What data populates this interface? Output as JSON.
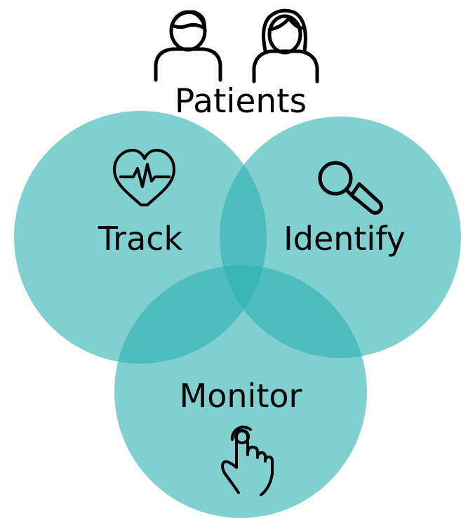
{
  "header": {
    "title": "Patients",
    "people_icons": [
      "person-icon",
      "woman-icon"
    ]
  },
  "circles": [
    {
      "id": "track",
      "label": "Track",
      "icon": "heart-pulse-icon"
    },
    {
      "id": "identify",
      "label": "Identify",
      "icon": "magnifying-glass-icon"
    },
    {
      "id": "monitor",
      "label": "Monitor",
      "icon": "pointing-hand-icon"
    }
  ],
  "colors": {
    "circle_fill": "#2bb0b0",
    "circle_opacity": 0.6,
    "stroke": "#000000",
    "background": "#ffffff"
  }
}
